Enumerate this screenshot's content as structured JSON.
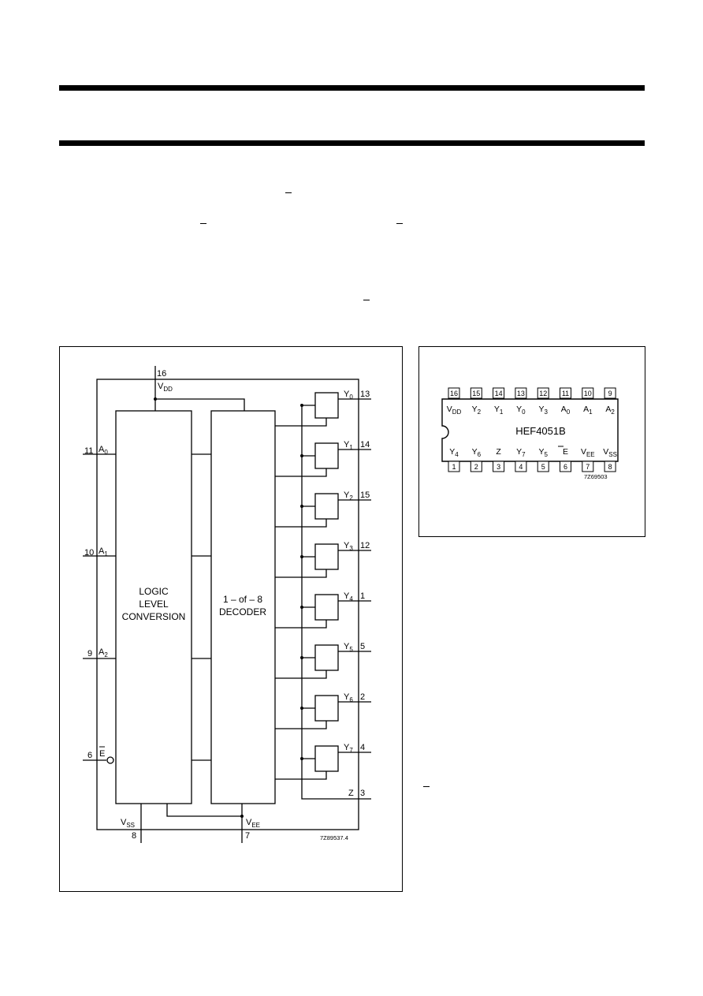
{
  "functional_diagram": {
    "block_level_conversion": [
      "LOGIC",
      "LEVEL",
      "CONVERSION"
    ],
    "block_decoder": [
      "1 – of – 8",
      "DECODER"
    ],
    "supply_pins": [
      {
        "num": "16",
        "name": "V",
        "sub": "DD"
      },
      {
        "num": "8",
        "name": "V",
        "sub": "SS"
      },
      {
        "num": "7",
        "name": "V",
        "sub": "EE"
      }
    ],
    "inputs": [
      {
        "num": "11",
        "name": "A",
        "sub": "0"
      },
      {
        "num": "10",
        "name": "A",
        "sub": "1"
      },
      {
        "num": "9",
        "name": "A",
        "sub": "2"
      },
      {
        "num": "6",
        "name": "E",
        "sub": ""
      }
    ],
    "outputs": [
      {
        "name": "Y",
        "sub": "0",
        "num": "13"
      },
      {
        "name": "Y",
        "sub": "1",
        "num": "14"
      },
      {
        "name": "Y",
        "sub": "2",
        "num": "15"
      },
      {
        "name": "Y",
        "sub": "3",
        "num": "12"
      },
      {
        "name": "Y",
        "sub": "4",
        "num": "1"
      },
      {
        "name": "Y",
        "sub": "5",
        "num": "5"
      },
      {
        "name": "Y",
        "sub": "6",
        "num": "2"
      },
      {
        "name": "Y",
        "sub": "7",
        "num": "4"
      }
    ],
    "common": {
      "name": "Z",
      "num": "3"
    },
    "code": "7Z89537.4"
  },
  "pinning": {
    "part": "HEF4051B",
    "code": "7Z69503",
    "top_pins": [
      {
        "num": "16",
        "name": "V",
        "sub": "DD"
      },
      {
        "num": "15",
        "name": "Y",
        "sub": "2"
      },
      {
        "num": "14",
        "name": "Y",
        "sub": "1"
      },
      {
        "num": "13",
        "name": "Y",
        "sub": "0"
      },
      {
        "num": "12",
        "name": "Y",
        "sub": "3"
      },
      {
        "num": "11",
        "name": "A",
        "sub": "0"
      },
      {
        "num": "10",
        "name": "A",
        "sub": "1"
      },
      {
        "num": "9",
        "name": "A",
        "sub": "2"
      }
    ],
    "bottom_pins": [
      {
        "num": "1",
        "name": "Y",
        "sub": "4"
      },
      {
        "num": "2",
        "name": "Y",
        "sub": "6"
      },
      {
        "num": "3",
        "name": "Z",
        "sub": ""
      },
      {
        "num": "4",
        "name": "Y",
        "sub": "7"
      },
      {
        "num": "5",
        "name": "Y",
        "sub": "5"
      },
      {
        "num": "6",
        "name": "E",
        "sub": ""
      },
      {
        "num": "7",
        "name": "V",
        "sub": "EE"
      },
      {
        "num": "8",
        "name": "V",
        "sub": "SS"
      }
    ]
  }
}
